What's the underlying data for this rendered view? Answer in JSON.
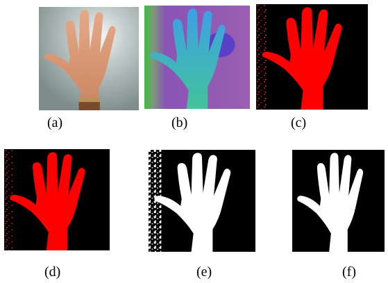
{
  "figure": {
    "panels": [
      {
        "id": "a",
        "label": "(a)",
        "render": "rgb-photo"
      },
      {
        "id": "b",
        "label": "(b)",
        "render": "hsv-colorspace"
      },
      {
        "id": "c",
        "label": "(c)",
        "render": "red-mask-noisy"
      },
      {
        "id": "d",
        "label": "(d)",
        "render": "red-mask-noisy"
      },
      {
        "id": "e",
        "label": "(e)",
        "render": "binary-noisy"
      },
      {
        "id": "f",
        "label": "(f)",
        "render": "binary-clean"
      }
    ],
    "colors": {
      "mask_red": "#ff0000",
      "mask_white": "#ffffff",
      "background_black": "#000000",
      "skin": "#e0a27e",
      "wall": "#b0bcba",
      "hsv_hand": "#3fa8d8",
      "hsv_background": "#8a4fb0"
    }
  }
}
